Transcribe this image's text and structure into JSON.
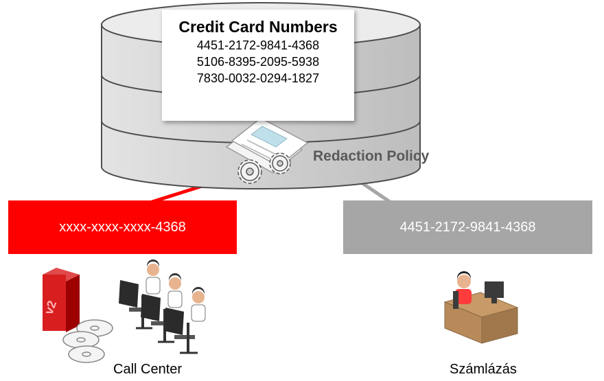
{
  "database": {
    "card_title": "Credit Card Numbers",
    "card_numbers": [
      "4451-2172-9841-4368",
      "5106-8395-2095-5938",
      "7830-0032-0294-1827"
    ]
  },
  "policy": {
    "label": "Redaction Policy"
  },
  "outputs": {
    "redacted_value": "xxxx-xxxx-xxxx-4368",
    "full_value": "4451-2172-9841-4368"
  },
  "consumers": {
    "left_caption": "Call Center",
    "right_caption": "Számlázás",
    "app_box_label": "v2"
  },
  "colors": {
    "redacted": "#ff0000",
    "full": "#a6a6a6",
    "policy_text": "#595959"
  }
}
